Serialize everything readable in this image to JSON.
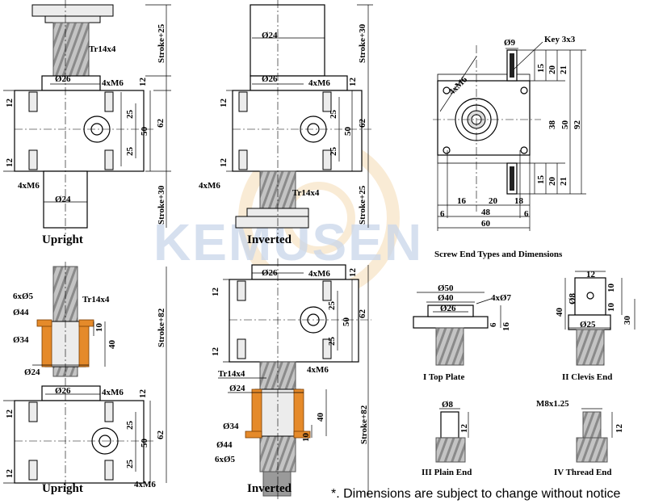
{
  "watermark": "KEMUSEN",
  "captions": {
    "upright_top": "Upright",
    "inverted_top": "Inverted",
    "upright_bottom": "Upright",
    "inverted_bottom": "Inverted",
    "screw_end_title": "Screw End Types and Dimensions",
    "type1": "I  Top Plate",
    "type2": "II  Clevis End",
    "type3": "III  Plain End",
    "type4": "IV  Thread End"
  },
  "note": "*. Dimensions are subject to change without notice",
  "dims": {
    "tr": "Tr14x4",
    "stroke25": "Stroke+25",
    "stroke30": "Stroke+30",
    "stroke82": "Stroke+82",
    "d26": "Ø26",
    "d24": "Ø24",
    "m6x4": "4xM6",
    "n12": "12",
    "n25": "25",
    "n50": "50",
    "n62": "62",
    "d9": "Ø9",
    "key": "Key 3x3",
    "n15": "15",
    "n20": "20",
    "n21": "21",
    "n38": "38",
    "n92": "92",
    "n16": "16",
    "n18": "18",
    "n6": "6",
    "n48": "48",
    "n60": "60",
    "d44": "Ø44",
    "d34": "Ø34",
    "d5x6": "6xØ5",
    "n10": "10",
    "n40": "40",
    "d50": "Ø50",
    "d40": "Ø40",
    "d7x4": "4xØ7",
    "d8": "Ø8",
    "d25": "Ø25",
    "n30": "30",
    "m8": "M8x1.25"
  }
}
